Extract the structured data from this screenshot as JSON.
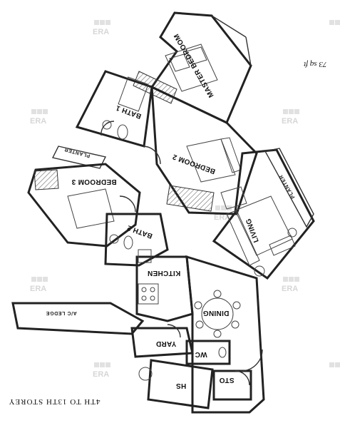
{
  "watermark": {
    "logo_text": "ERA"
  },
  "plan": {
    "area_text": "73 sq ft",
    "storey_text": "4TH TO 13TH STOREY",
    "rooms": {
      "master_bedroom": "MASTER BEDROOM",
      "bath1": "BATH 1",
      "bedroom2": "BEDROOM 2",
      "planter_top": "PLANTER",
      "planter_right": "PLANTER",
      "bedroom3": "BEDROOM 3",
      "bath2": "BATH 2",
      "living": "LIVING",
      "kitchen": "KITCHEN",
      "dining": "DINING",
      "ac_ledge": "A/C LEDGE",
      "yard": "YARD",
      "wc": "WC",
      "hs": "HS",
      "store": "STO"
    }
  }
}
